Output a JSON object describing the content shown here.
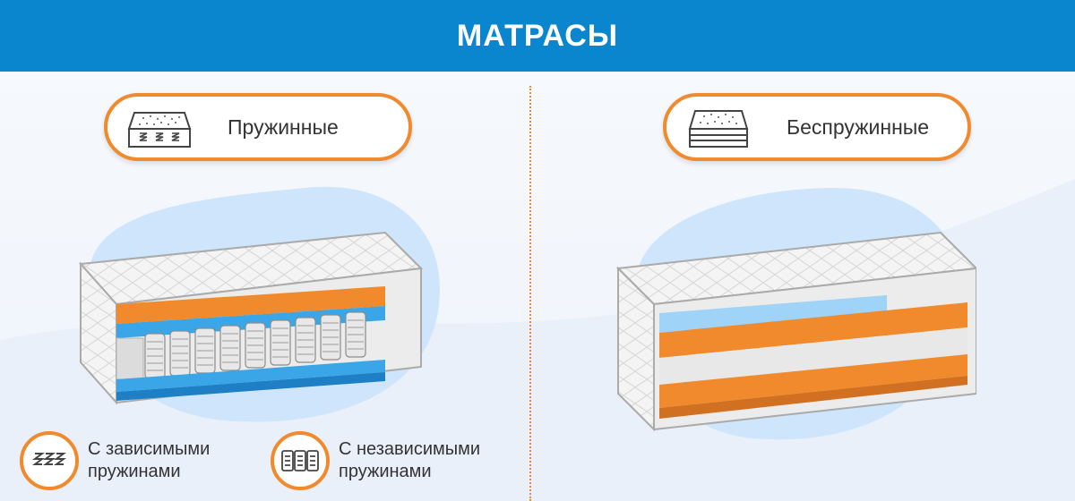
{
  "header": {
    "title": "МАТРАСЫ"
  },
  "left": {
    "label": "Пружинные",
    "icon": "spring-mattress-icon"
  },
  "right": {
    "label": "Беспружинные",
    "icon": "springless-mattress-icon"
  },
  "legend": [
    {
      "line1": "С зависимыми",
      "line2": "пружинами",
      "icon": "dependent-springs-icon"
    },
    {
      "line1": "С независимыми",
      "line2": "пружинами",
      "icon": "independent-springs-icon"
    }
  ],
  "colors": {
    "header": "#0a86cf",
    "accent": "#f08a2c",
    "foam_blue": "#3aa6e8",
    "blob": "#cfe5fb"
  }
}
